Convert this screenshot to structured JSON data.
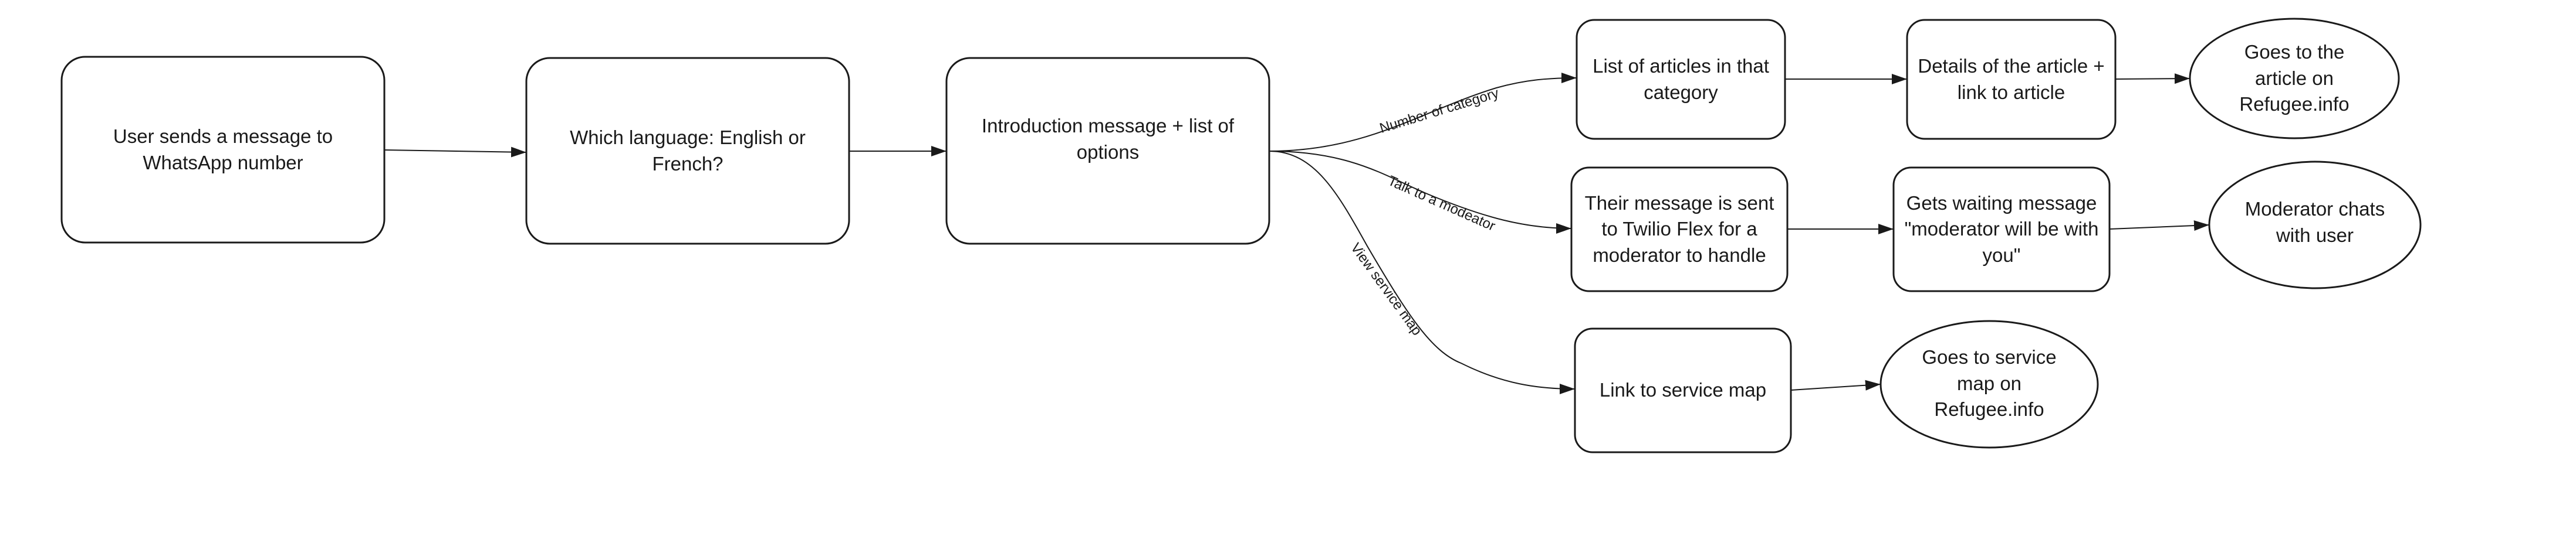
{
  "nodes": {
    "user_message": "User sends a message to WhatsApp number",
    "language": "Which language: English or French?",
    "intro": "Introduction message + list of options",
    "articles_list": "List of articles in that category",
    "article_details": "Details of the article + link to article",
    "goes_to_article": "Goes to the article on Refugee.info",
    "twilio": "Their message is sent to Twilio Flex for a moderator to handle",
    "waiting": "Gets waiting message \"moderator will be with you\"",
    "moderator_chats": "Moderator chats with user",
    "service_map_link": "Link to service map",
    "goes_to_service_map": "Goes to service map on Refugee.info"
  },
  "edges": {
    "number_of_category": "Number of category",
    "talk_to_moderator": "Talk to a modeator",
    "view_service_map": "View service map"
  },
  "colors": {
    "stroke": "#1a1a1a",
    "fill": "#ffffff",
    "text": "#1a1a1a"
  }
}
